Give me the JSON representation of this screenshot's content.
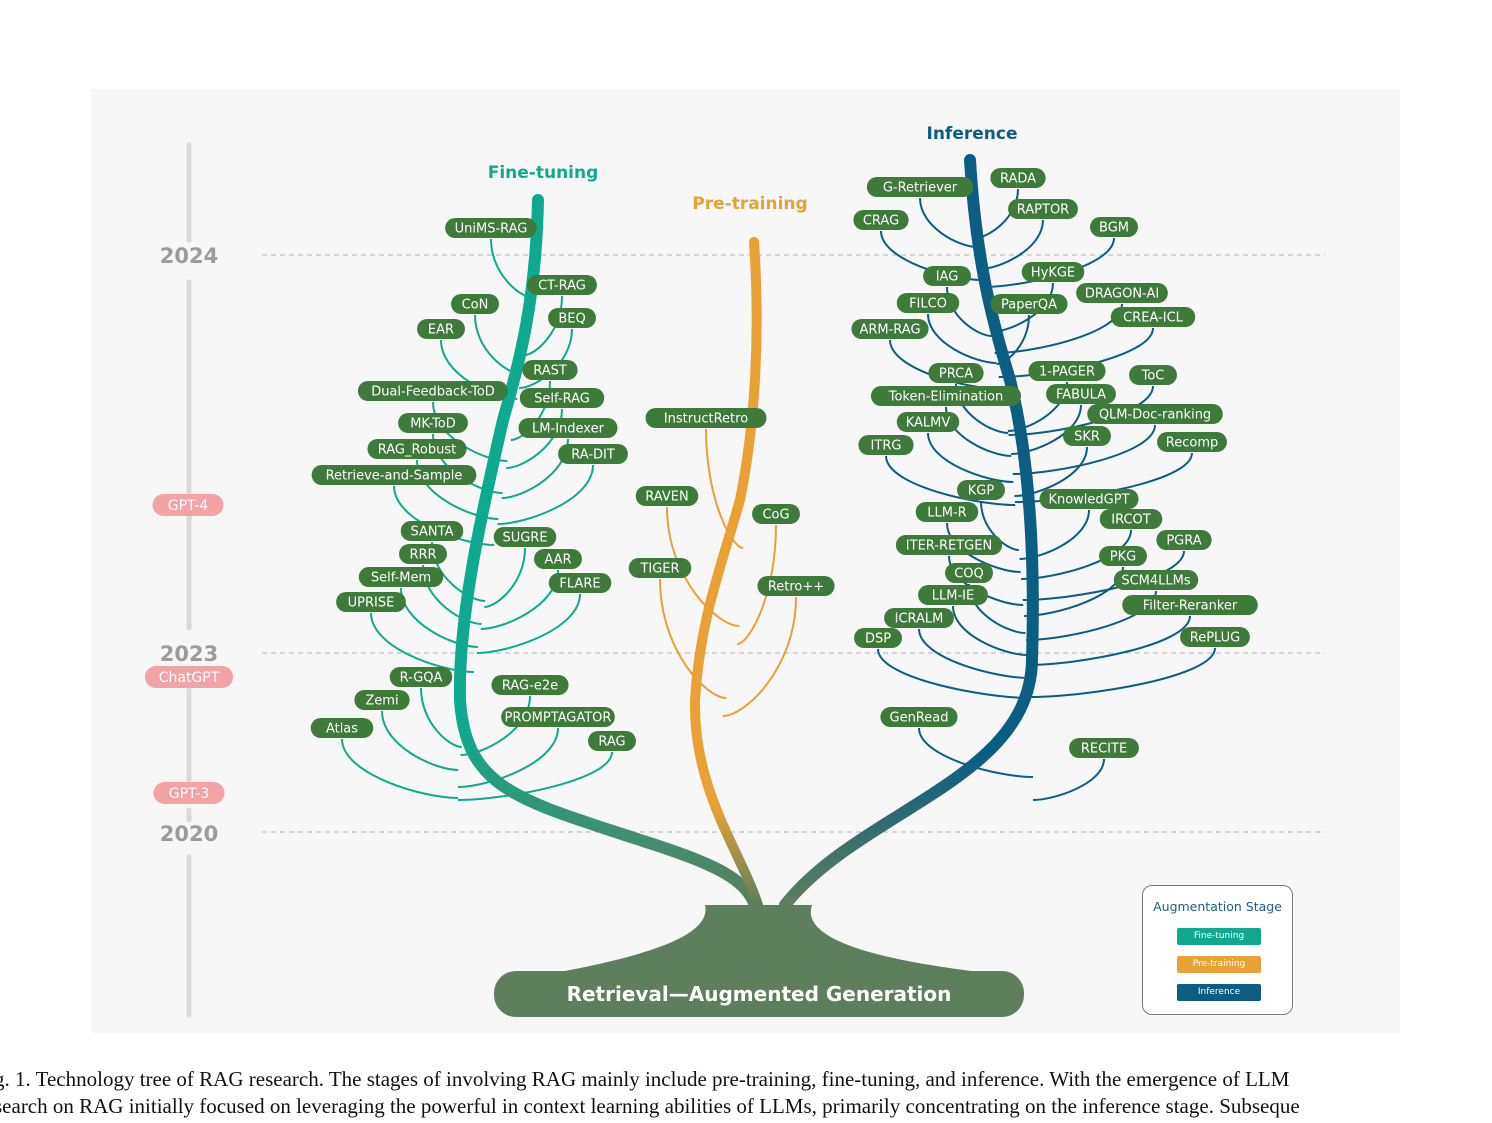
{
  "timeline": {
    "years": [
      "2024",
      "2023",
      "2020"
    ],
    "milestones": [
      "GPT-4",
      "ChatGPT",
      "GPT-3"
    ]
  },
  "stages": {
    "fine_tuning": "Fine-tuning",
    "pre_training": "Pre-training",
    "inference": "Inference"
  },
  "root_label": "Retrieval—Augmented Generation",
  "colors": {
    "fine_tuning": "#0fa98f",
    "pre_training": "#e9a135",
    "inference": "#0c5d82",
    "leaf": "#3e7a3a",
    "root": "#5d7f5d",
    "milestone": "#f2a3a3"
  },
  "leaves": {
    "fine_tuning": [
      "UniMS-RAG",
      "CT-RAG",
      "CoN",
      "BEQ",
      "EAR",
      "RAST",
      "Dual-Feedback-ToD",
      "Self-RAG",
      "MK-ToD",
      "LM-Indexer",
      "RAG_Robust",
      "RA-DIT",
      "Retrieve-and-Sample",
      "SANTA",
      "SUGRE",
      "RRR",
      "AAR",
      "Self-Mem",
      "FLARE",
      "UPRISE",
      "R-GQA",
      "RAG-e2e",
      "Zemi",
      "PROMPTAGATOR",
      "Atlas",
      "RAG"
    ],
    "pre_training": [
      "InstructRetro",
      "RAVEN",
      "CoG",
      "TIGER",
      "Retro++"
    ],
    "inference": [
      "RADA",
      "G-Retriever",
      "RAPTOR",
      "CRAG",
      "BGM",
      "IAG",
      "HyKGE",
      "DRAGON-AI",
      "FILCO",
      "PaperQA",
      "CREA-ICL",
      "ARM-RAG",
      "PRCA",
      "1-PAGER",
      "ToC",
      "Token-Elimination",
      "FABULA",
      "QLM-Doc-ranking",
      "KALMV",
      "SKR",
      "ITRG",
      "Recomp",
      "KGP",
      "KnowledGPT",
      "LLM-R",
      "IRCOT",
      "ITER-RETGEN",
      "PGRA",
      "COQ",
      "PKG",
      "LLM-IE",
      "SCM4LLMs",
      "ICRALM",
      "Filter-Reranker",
      "DSP",
      "RePLUG",
      "GenRead",
      "RECITE"
    ]
  },
  "legend": {
    "title": "Augmentation Stage",
    "items": [
      "Fine-tuning",
      "Pre-training",
      "Inference"
    ]
  },
  "caption": {
    "line1": "g. 1.  Technology tree of RAG research. The stages of involving RAG mainly include pre-training, fine-tuning, and inference. With the emergence of LLM",
    "line2": "search on RAG initially focused on leveraging the powerful in context learning abilities of LLMs, primarily concentrating on the inference stage. Subseque"
  }
}
